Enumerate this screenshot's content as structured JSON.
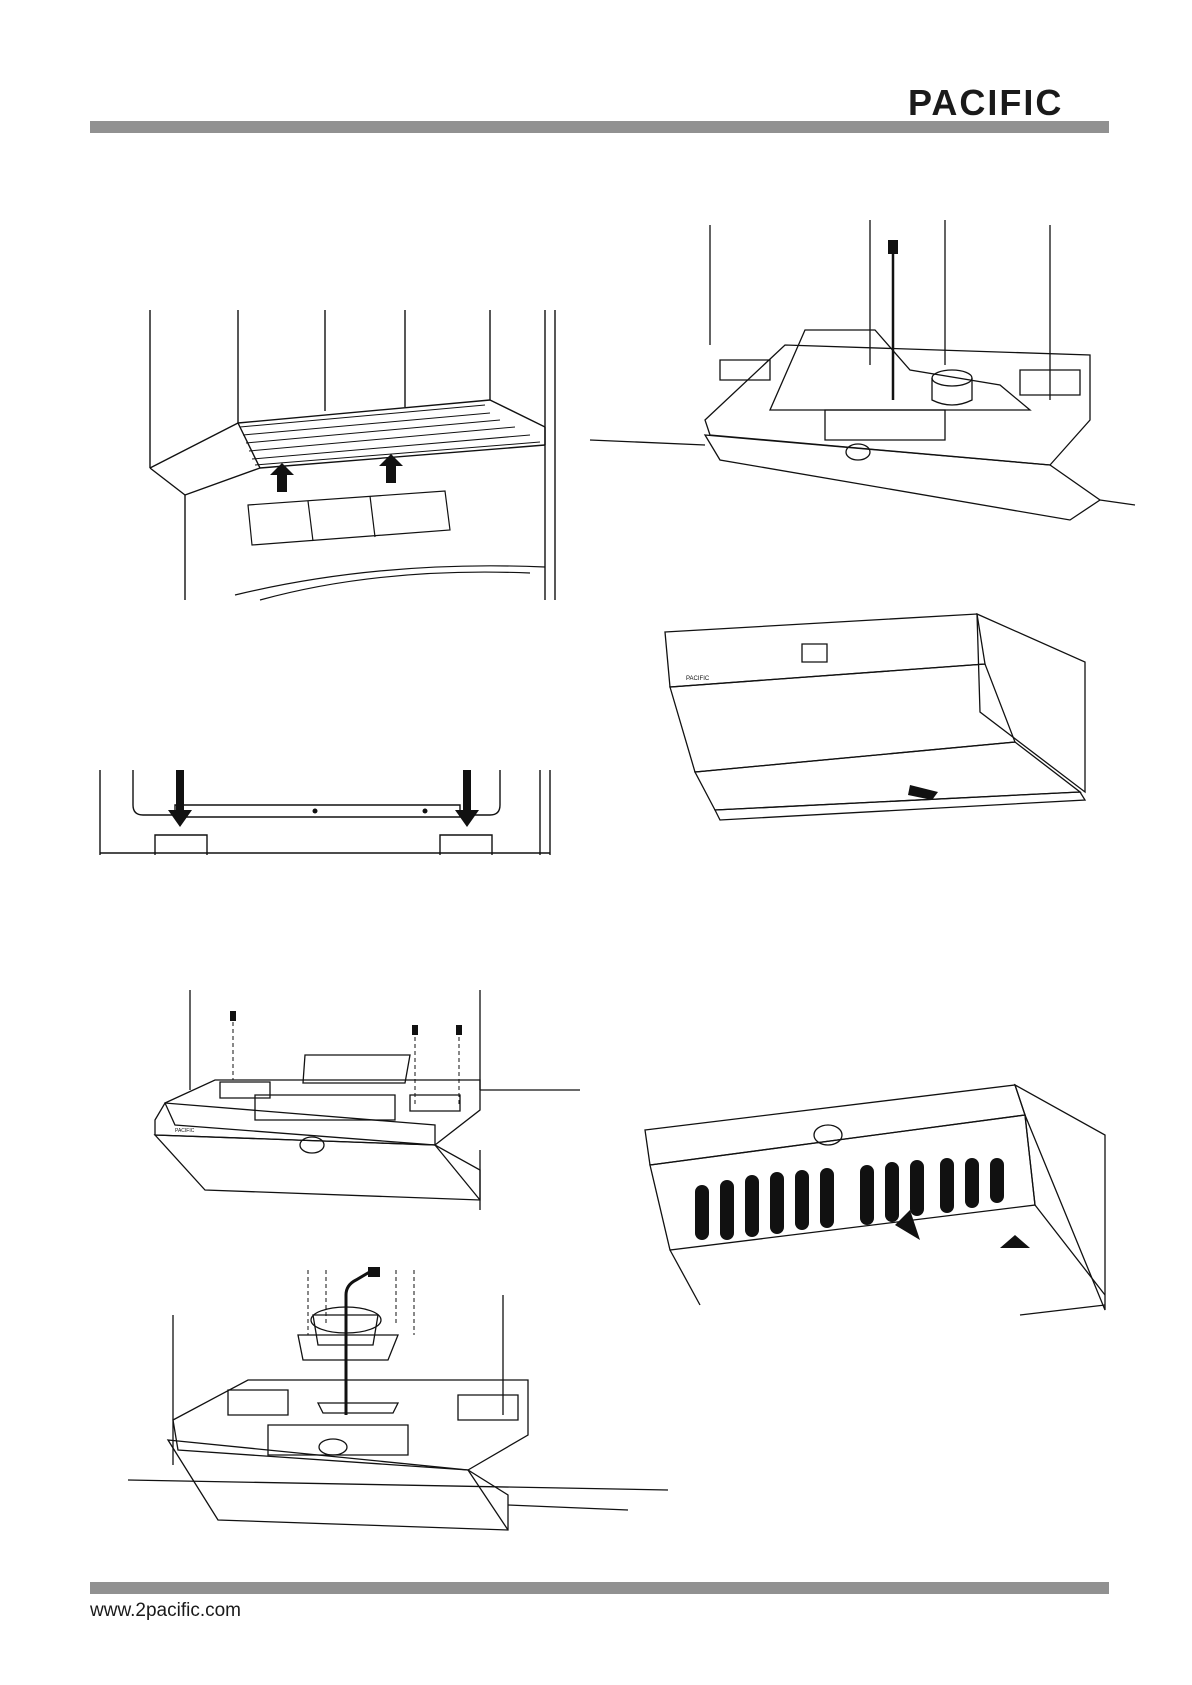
{
  "header": {
    "brand": "PACIFIC",
    "rule_color": "#919191"
  },
  "footer": {
    "url": "www.2pacific.com",
    "rule_color": "#919191"
  },
  "figures": {
    "panel_brand": "PACIFIC",
    "control_labels": [
      "◎",
      "◉",
      "≡"
    ]
  }
}
